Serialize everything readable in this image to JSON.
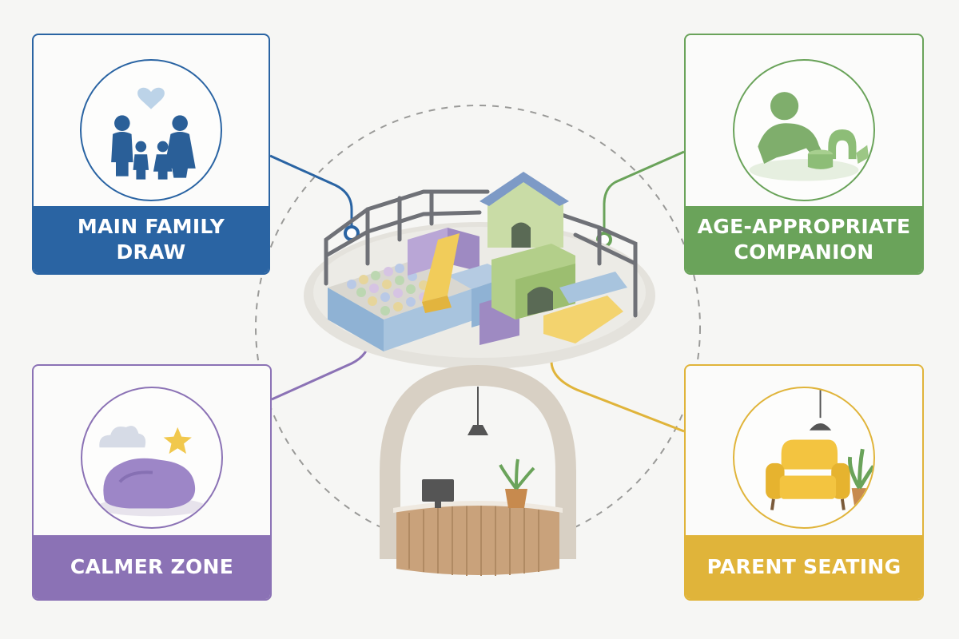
{
  "cards": {
    "main": {
      "label": "MAIN FAMILY DRAW",
      "icon": "family-icon",
      "color": "#2a64a3"
    },
    "age": {
      "label": "AGE-APPROPRIATE\nCOMPANION",
      "icon": "crawling-baby-icon",
      "color": "#6aa35a"
    },
    "calm": {
      "label": "CALMER ZONE",
      "icon": "beanbag-icon",
      "color": "#8b72b5"
    },
    "parent": {
      "label": "PARENT SEATING",
      "icon": "armchair-icon",
      "color": "#e0b43a"
    }
  },
  "center": {
    "icon": "soft-play-structure-icon"
  },
  "reception": {
    "icon": "reception-desk-icon"
  }
}
